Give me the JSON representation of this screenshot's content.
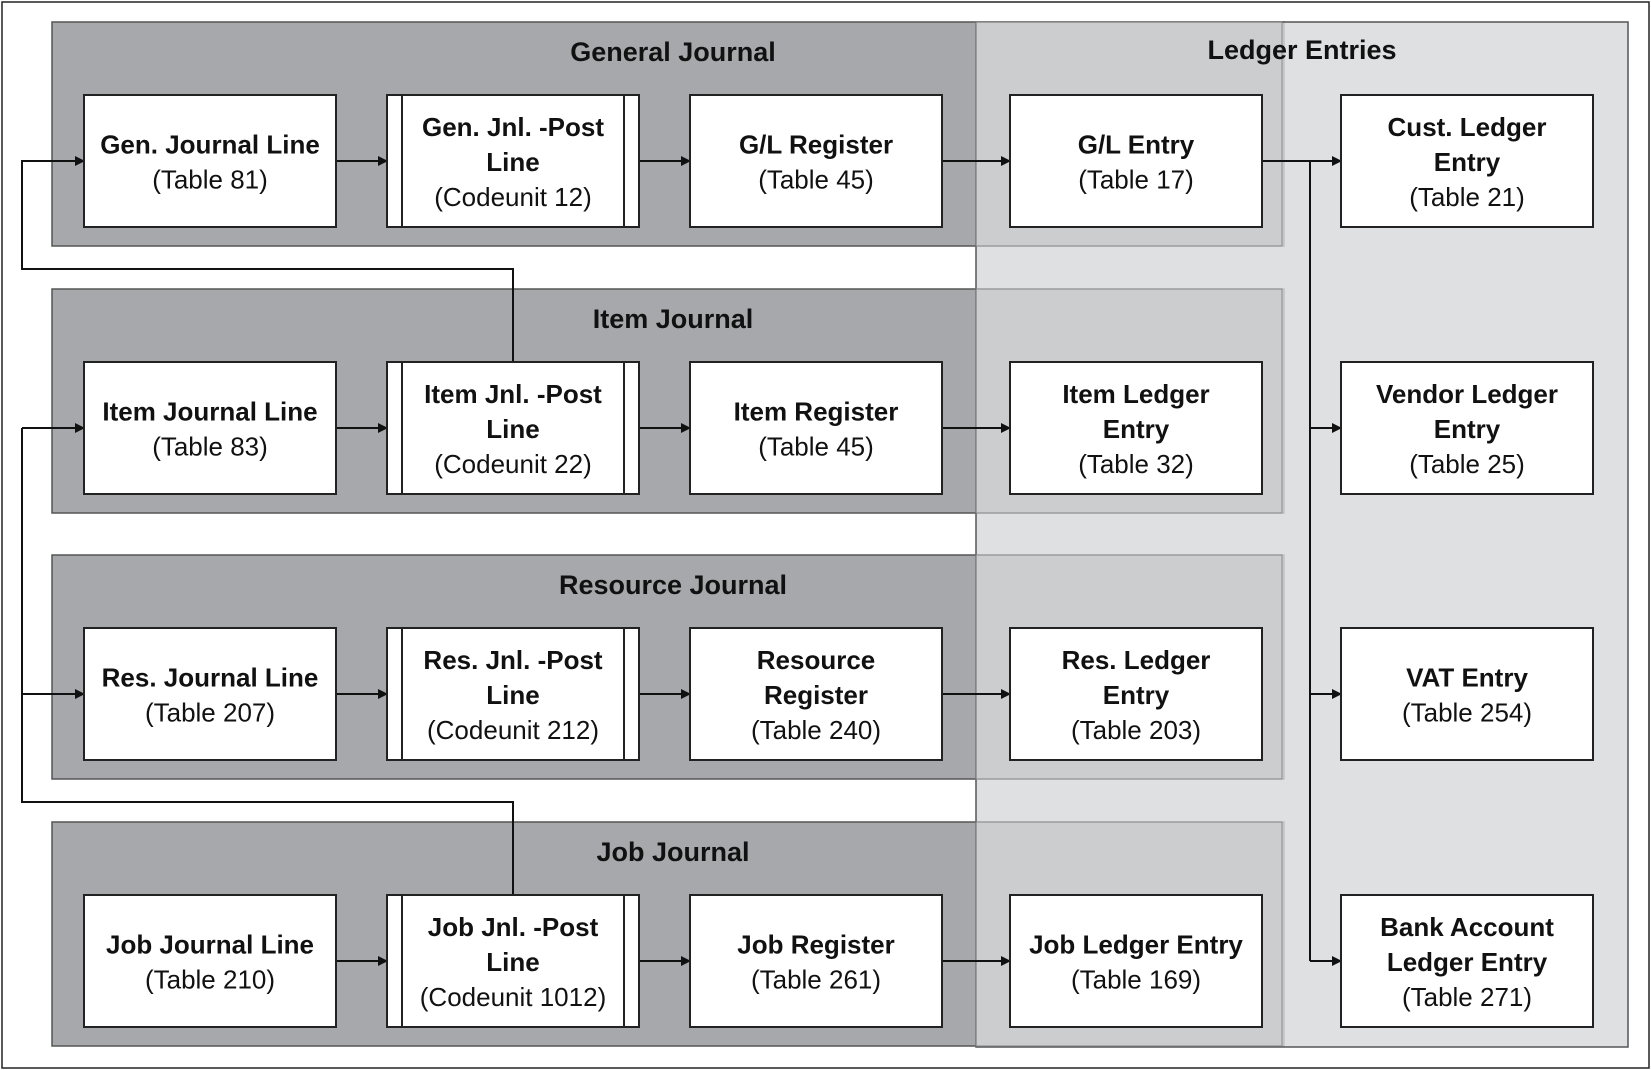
{
  "colors": {
    "journal_band": "#a7a8ab",
    "ledger_panel": "#d8d9db",
    "ledger_panel_inner": "#c9cacc",
    "box_fill": "#ffffff",
    "stroke": "#222222",
    "text": "#111111"
  },
  "ledger_panel": {
    "title": "Ledger Entries"
  },
  "journals": [
    {
      "id": "general",
      "title": "General Journal",
      "line": {
        "title": [
          "Gen. Journal Line"
        ],
        "sub": "(Table 81)"
      },
      "post": {
        "title": [
          "Gen. Jnl. -Post",
          "Line"
        ],
        "sub": "(Codeunit 12)"
      },
      "register": {
        "title": [
          "G/L Register"
        ],
        "sub": "(Table 45)"
      },
      "ledger": {
        "title": [
          "G/L Entry"
        ],
        "sub": "(Table 17)"
      }
    },
    {
      "id": "item",
      "title": "Item Journal",
      "line": {
        "title": [
          "Item Journal Line"
        ],
        "sub": "(Table 83)"
      },
      "post": {
        "title": [
          "Item Jnl. -Post",
          "Line"
        ],
        "sub": "(Codeunit 22)"
      },
      "register": {
        "title": [
          "Item Register"
        ],
        "sub": "(Table 45)"
      },
      "ledger": {
        "title": [
          "Item Ledger",
          "Entry"
        ],
        "sub": "(Table 32)"
      }
    },
    {
      "id": "resource",
      "title": "Resource Journal",
      "line": {
        "title": [
          "Res. Journal Line"
        ],
        "sub": "(Table 207)"
      },
      "post": {
        "title": [
          "Res. Jnl. -Post",
          "Line"
        ],
        "sub": "(Codeunit 212)"
      },
      "register": {
        "title": [
          "Resource",
          "Register"
        ],
        "sub": "(Table 240)"
      },
      "ledger": {
        "title": [
          "Res. Ledger",
          "Entry"
        ],
        "sub": "(Table 203)"
      }
    },
    {
      "id": "job",
      "title": "Job Journal",
      "line": {
        "title": [
          "Job Journal Line"
        ],
        "sub": "(Table 210)"
      },
      "post": {
        "title": [
          "Job Jnl. -Post",
          "Line"
        ],
        "sub": "(Codeunit 1012)"
      },
      "register": {
        "title": [
          "Job Register"
        ],
        "sub": "(Table 261)"
      },
      "ledger": {
        "title": [
          "Job Ledger Entry"
        ],
        "sub": "(Table 169)"
      }
    }
  ],
  "gl_targets": [
    {
      "title": [
        "Cust. Ledger",
        "Entry"
      ],
      "sub": "(Table 21)"
    },
    {
      "title": [
        "Vendor Ledger",
        "Entry"
      ],
      "sub": "(Table 25)"
    },
    {
      "title": [
        "VAT Entry"
      ],
      "sub": "(Table 254)"
    },
    {
      "title": [
        "Bank Account",
        "Ledger Entry"
      ],
      "sub": "(Table 271)"
    }
  ]
}
